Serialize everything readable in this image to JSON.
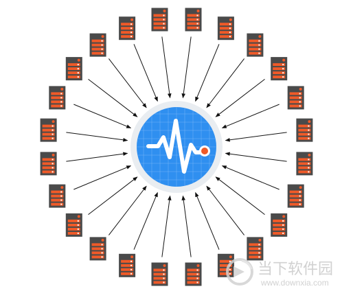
{
  "diagram": {
    "server_count": 24,
    "server_icon": "server-icon",
    "hub_icon": "pulse-monitor-icon",
    "colors": {
      "server_body": "#4a4a4a",
      "server_slot": "#f05a28",
      "server_led": "#f05a28",
      "hub_fill": "#2f8ff0",
      "hub_ring": "#e9edf1",
      "hub_grid": "#6fb3f6",
      "pulse_line": "#ffffff",
      "pulse_dot": "#f05a28",
      "arrow": "#111111"
    }
  },
  "watermark": {
    "logo_icon": "downxia-logo-icon",
    "title": "当下软件园",
    "url": "www.downxia.com"
  }
}
